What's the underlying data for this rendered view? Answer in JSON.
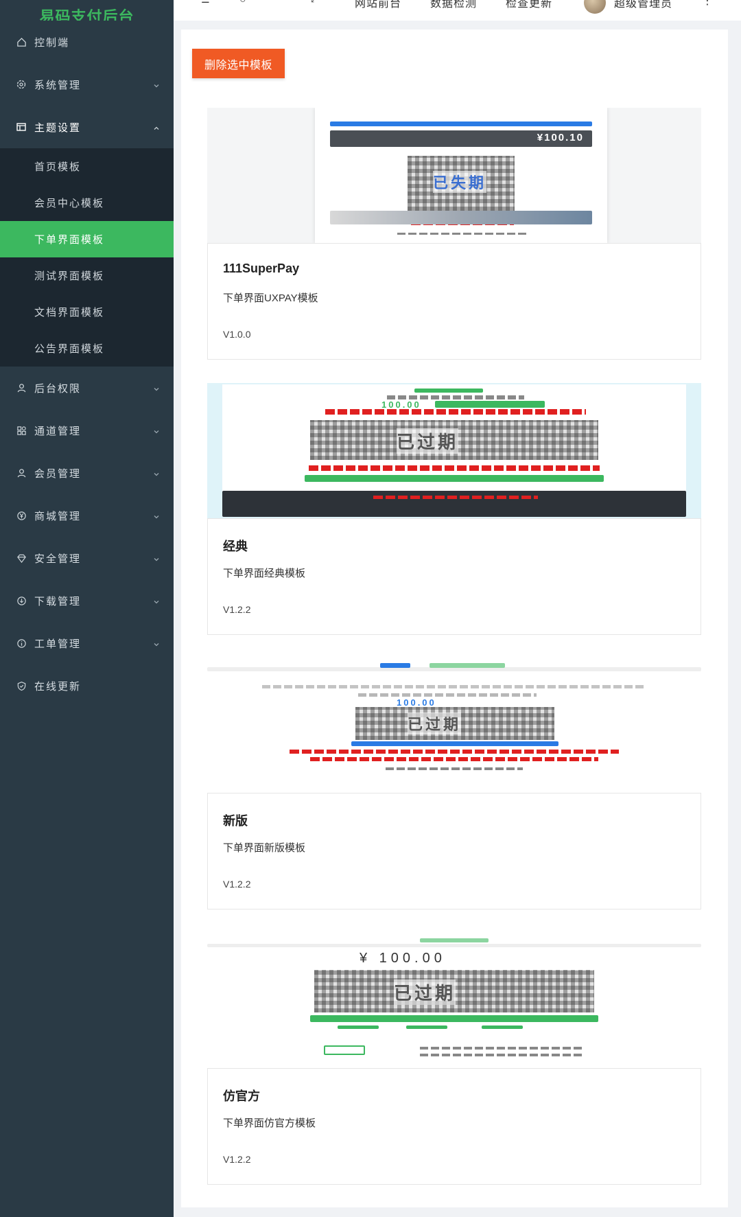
{
  "app": {
    "title": "易码支付后台"
  },
  "topbar": {
    "items": [
      "网站前台",
      "数据检测",
      "检查更新"
    ],
    "user": "超级管理员"
  },
  "sidebar": {
    "items": [
      {
        "label": "控制端",
        "icon": "home-icon"
      },
      {
        "label": "系统管理",
        "icon": "gear-icon"
      },
      {
        "label": "主题设置",
        "icon": "layout-icon"
      },
      {
        "label": "后台权限",
        "icon": "user-icon"
      },
      {
        "label": "通道管理",
        "icon": "apps-icon"
      },
      {
        "label": "会员管理",
        "icon": "user-icon"
      },
      {
        "label": "商城管理",
        "icon": "yen-icon"
      },
      {
        "label": "安全管理",
        "icon": "diamond-icon"
      },
      {
        "label": "下载管理",
        "icon": "download-icon"
      },
      {
        "label": "工单管理",
        "icon": "info-icon"
      },
      {
        "label": "在线更新",
        "icon": "shield-check-icon"
      }
    ],
    "theme_sub": [
      "首页模板",
      "会员中心模板",
      "下单界面模板",
      "测试界面模板",
      "文档界面模板",
      "公告界面模板"
    ],
    "active_sub": "下单界面模板"
  },
  "main": {
    "delete_button": "删除选中模板",
    "templates": [
      {
        "name": "111SuperPay",
        "desc": "下单界面UXPAY模板",
        "version": "V1.0.0"
      },
      {
        "name": "经典",
        "desc": "下单界面经典模板",
        "version": "V1.2.2"
      },
      {
        "name": "新版",
        "desc": "下单界面新版模板",
        "version": "V1.2.2"
      },
      {
        "name": "仿官方",
        "desc": "下单界面仿官方模板",
        "version": "V1.2.2"
      }
    ],
    "thumb_text": {
      "t1_amount": "¥100.10",
      "t1_stamp": "已失期",
      "t2_amount": "100.00",
      "t2_stamp": "已过期",
      "t3_amount": "100.00",
      "t3_stamp": "已过期",
      "t4_amount": "¥ 100.00",
      "t4_stamp": "已过期"
    }
  },
  "colors": {
    "accent": "#3cb85f",
    "danger": "#f05a24",
    "sidebar": "#2a3a45"
  }
}
